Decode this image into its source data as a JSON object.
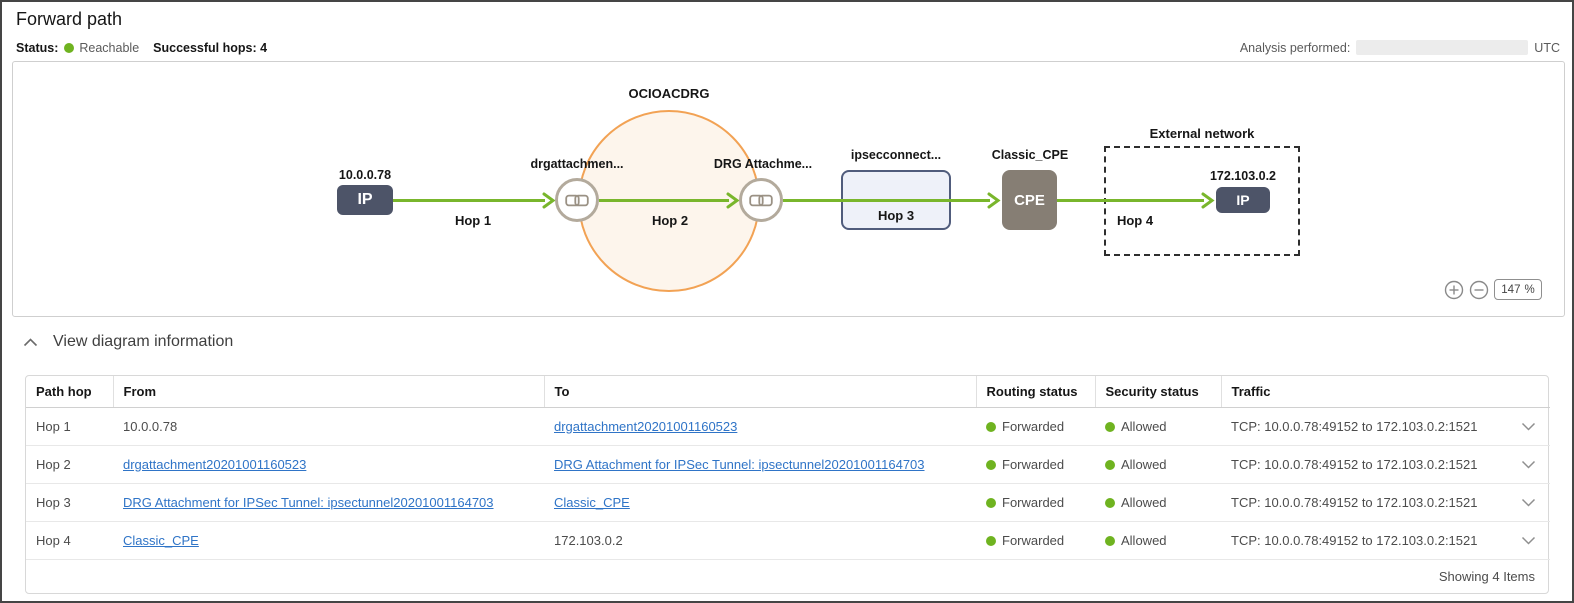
{
  "header": {
    "title": "Forward path",
    "status_label": "Status:",
    "status_value": "Reachable",
    "hops_text": "Successful hops: 4",
    "analysis_label": "Analysis performed:",
    "analysis_suffix": "UTC"
  },
  "diagram": {
    "drg_label": "OCIOACDRG",
    "external_label": "External network",
    "hop_labels": [
      "Hop 1",
      "Hop 2",
      "Hop 3",
      "Hop 4"
    ],
    "nodes": {
      "source_ip": {
        "label": "10.0.0.78",
        "text": "IP"
      },
      "drg_attachment_in": {
        "label": "drgattachmen..."
      },
      "drg_attachment_out": {
        "label": "DRG Attachme..."
      },
      "ipsec": {
        "label": "ipsecconnect..."
      },
      "cpe": {
        "label": "Classic_CPE",
        "text": "CPE"
      },
      "dest_ip": {
        "label": "172.103.0.2",
        "text": "IP"
      }
    },
    "zoom": {
      "value": "147",
      "unit": "%"
    }
  },
  "section": {
    "title": "View diagram information"
  },
  "table": {
    "columns": [
      "Path hop",
      "From",
      "To",
      "Routing status",
      "Security status",
      "Traffic"
    ],
    "rows": [
      {
        "hop": "Hop 1",
        "from": "10.0.0.78",
        "from_link": false,
        "to": "drgattachment20201001160523",
        "to_link": true,
        "routing": "Forwarded",
        "security": "Allowed",
        "traffic": "TCP: 10.0.0.78:49152 to 172.103.0.2:1521"
      },
      {
        "hop": "Hop 2",
        "from": "drgattachment20201001160523",
        "from_link": true,
        "to": "DRG Attachment for IPSec Tunnel: ipsectunnel20201001164703",
        "to_link": true,
        "routing": "Forwarded",
        "security": "Allowed",
        "traffic": "TCP: 10.0.0.78:49152 to 172.103.0.2:1521"
      },
      {
        "hop": "Hop 3",
        "from": "DRG Attachment for IPSec Tunnel: ipsectunnel20201001164703",
        "from_link": true,
        "to": "Classic_CPE",
        "to_link": true,
        "routing": "Forwarded",
        "security": "Allowed",
        "traffic": "TCP: 10.0.0.78:49152 to 172.103.0.2:1521"
      },
      {
        "hop": "Hop 4",
        "from": "Classic_CPE",
        "from_link": true,
        "to": "172.103.0.2",
        "to_link": false,
        "routing": "Forwarded",
        "security": "Allowed",
        "traffic": "TCP: 10.0.0.78:49152 to 172.103.0.2:1521"
      }
    ],
    "footer": "Showing 4 Items"
  },
  "colors": {
    "status_green": "#6fb320",
    "arrow_green": "#79b62c",
    "link_blue": "#2f74c7",
    "drg_orange": "#f2a254",
    "node_dark": "#4d5468",
    "cpe_gray": "#867e74"
  }
}
